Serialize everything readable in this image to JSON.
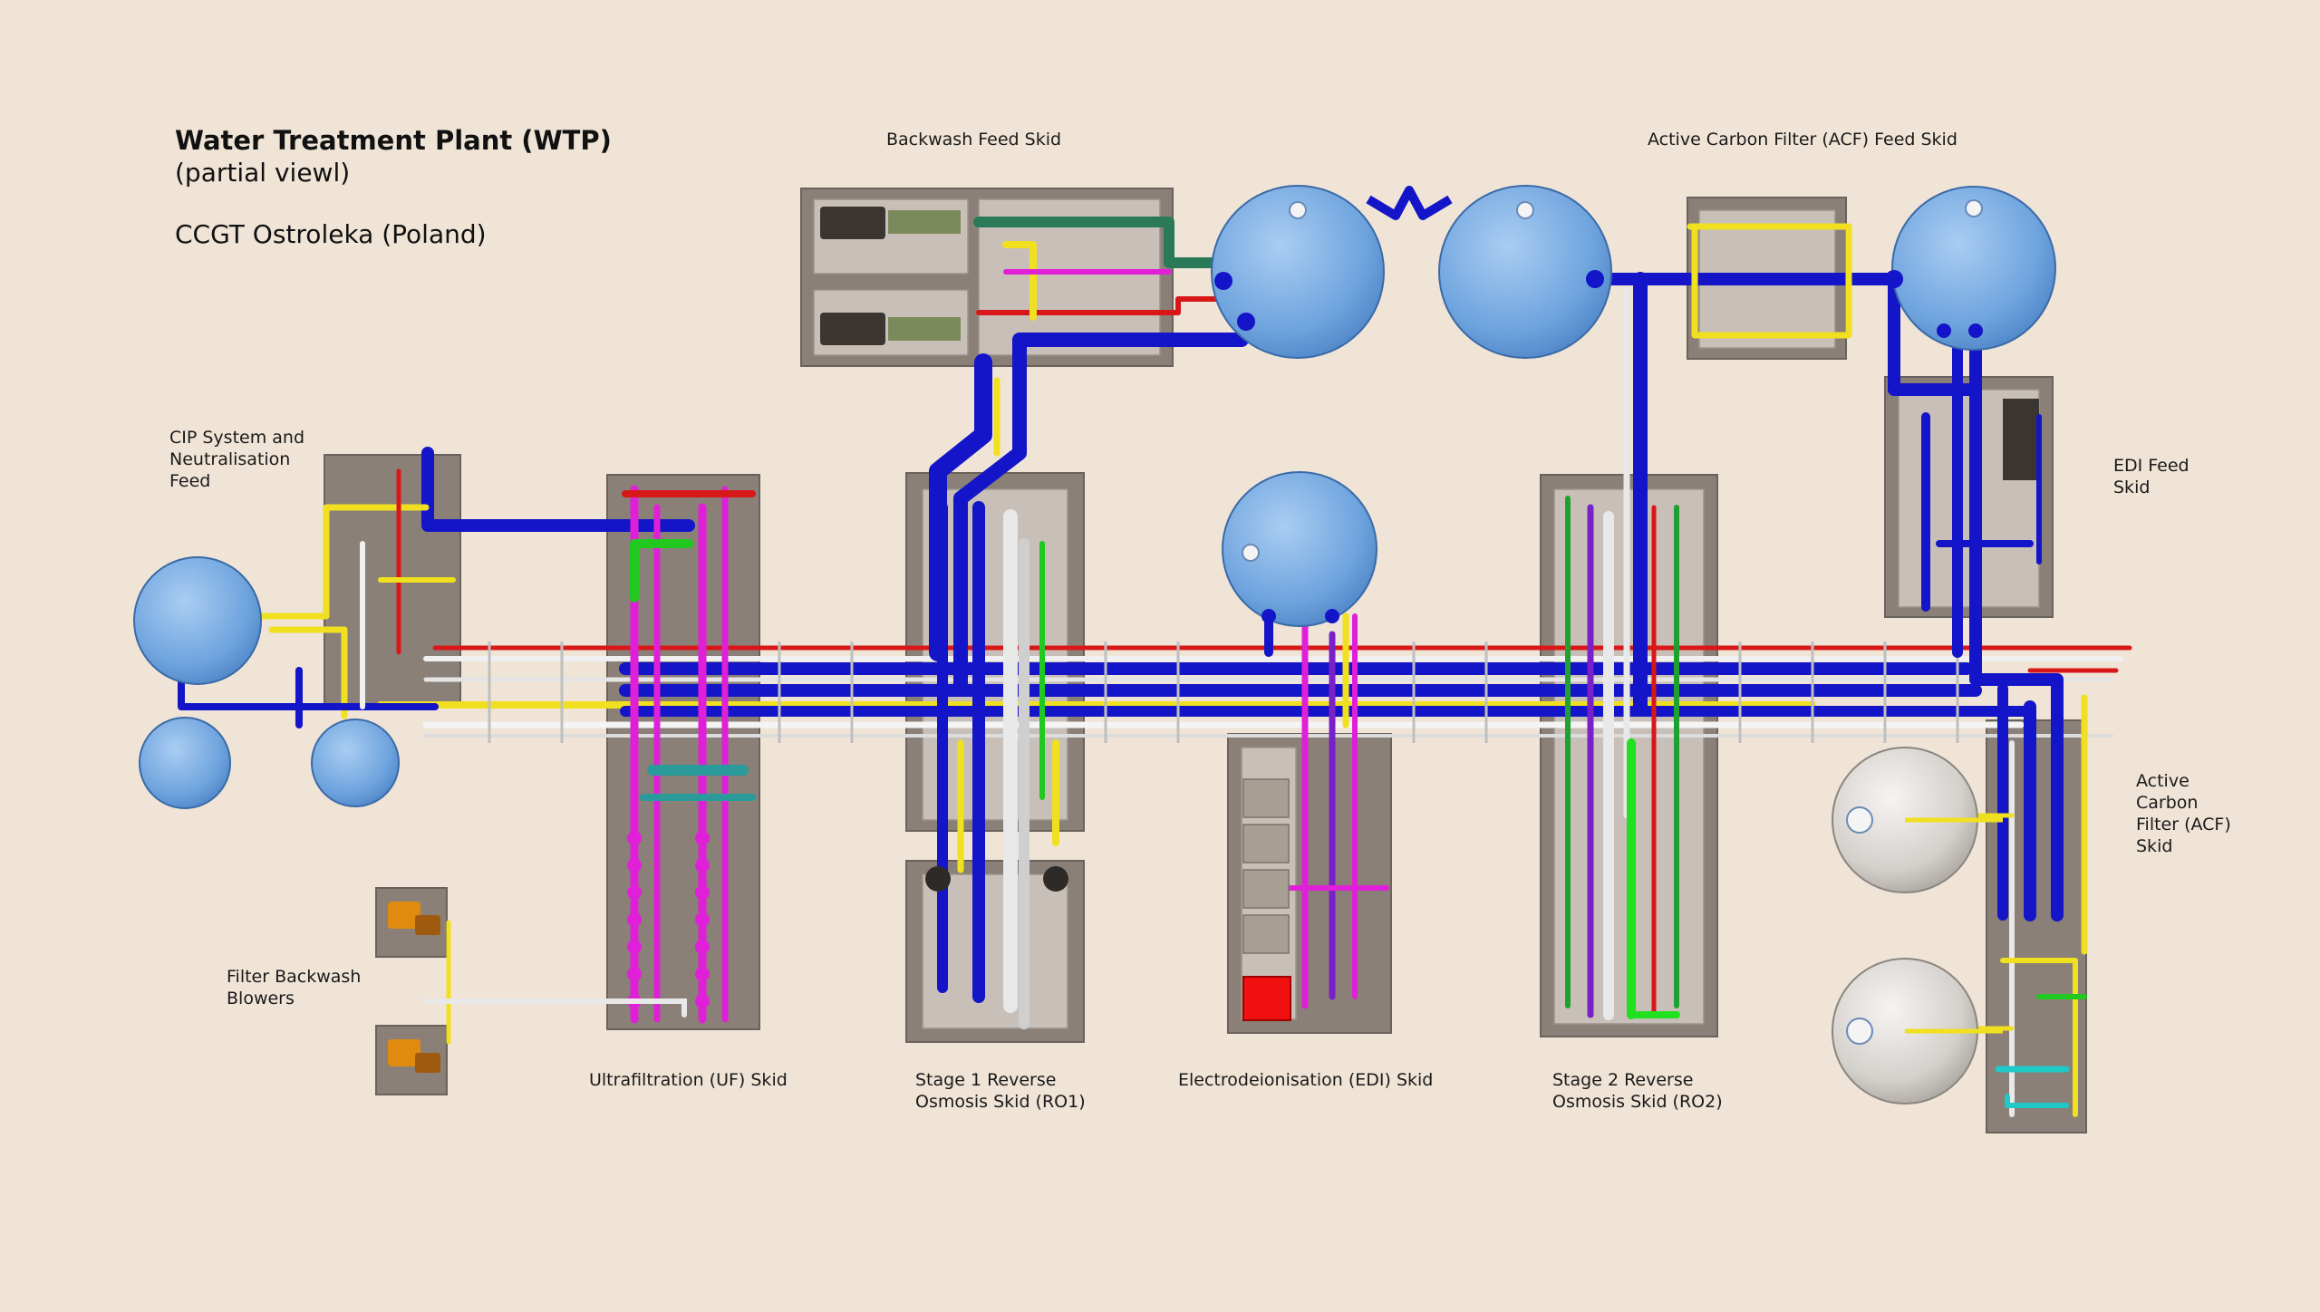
{
  "title": {
    "main": "Water Treatment Plant (WTP)",
    "sub": "(partial viewl)",
    "site": "CCGT Ostroleka (Poland)"
  },
  "labels": {
    "backwash_feed": "Backwash Feed Skid",
    "acf_feed": "Active Carbon Filter (ACF) Feed Skid",
    "cip": "CIP System and\nNeutralisation\nFeed",
    "edi_feed": "EDI Feed\nSkid",
    "acf_skid": "Active\nCarbon\nFilter (ACF)\nSkid",
    "blowers": "Filter Backwash\nBlowers",
    "uf": "Ultrafiltration (UF) Skid",
    "ro1": "Stage 1 Reverse\nOsmosis Skid (RO1)",
    "edi": "Electrodeionisation (EDI) Skid",
    "ro2": "Stage 2 Reverse\nOsmosis Skid (RO2)"
  },
  "colors": {
    "background": "#efe4d6",
    "skid_frame": "#8a8078",
    "pipe_blue": "#1414c8",
    "pipe_yellow": "#f0e020",
    "pipe_magenta": "#e020d8",
    "pipe_red": "#d81818",
    "pipe_green": "#20c820",
    "pipe_white": "#eeeeee",
    "pipe_teal": "#2a7a5a",
    "tank_blue": "#7fb0e6",
    "tank_grey": "#dedbd8",
    "pump_orange": "#e08a10"
  }
}
